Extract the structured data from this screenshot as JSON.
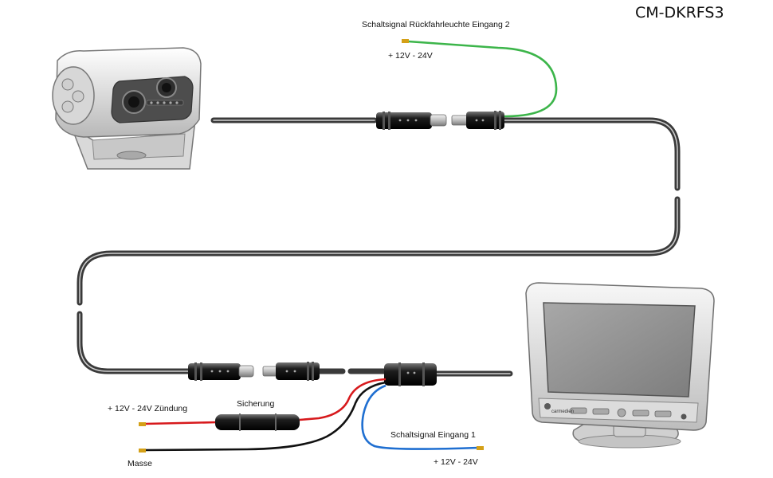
{
  "title": "CM-DKRFS3",
  "labels": {
    "reverse_signal_2": "Schaltsignal Rückfahrleuchte Eingang 2",
    "voltage_green": "+ 12V - 24V",
    "voltage_ignition": "+ 12V - 24V Zündung",
    "fuse": "Sicherung",
    "ground": "Masse",
    "switch_signal_1": "Schaltsignal Eingang 1",
    "voltage_blue": "+ 12V - 24V"
  },
  "monitor": {
    "brand": "carmedien"
  },
  "wire_colors": {
    "cable": "#3a3a3a",
    "green": "#3cb54a",
    "red": "#d7191c",
    "blue": "#1f6fd1",
    "black": "#111111",
    "tip": "#d4a017"
  },
  "components": [
    "reversing-camera",
    "extension-cable",
    "monitor",
    "power-harness",
    "inline-fuse"
  ]
}
